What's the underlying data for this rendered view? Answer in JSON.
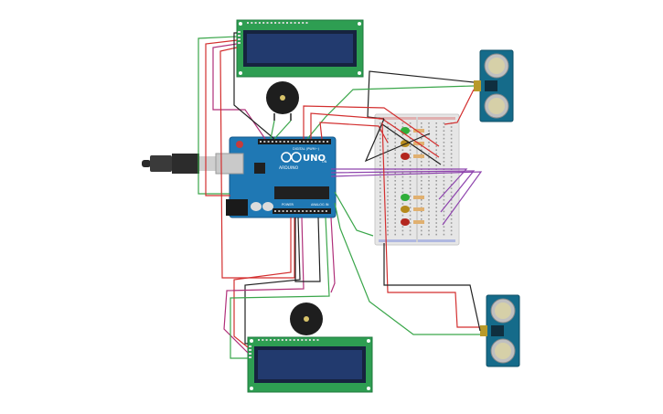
{
  "board": {
    "brand": "UNO",
    "maker": "ARDUINO",
    "digital_label": "DIGITAL (PWM~)",
    "analog_label": "ANALOG IN",
    "power_label": "POWER",
    "on_label": "ON"
  },
  "colors": {
    "wire_red": "#d32f2f",
    "wire_black": "#222222",
    "wire_green": "#3aa64a",
    "wire_purple": "#8e44ad",
    "wire_magenta": "#b0307a",
    "lcd_pcb": "#2e9e52",
    "lcd_screen": "#1f2f5f",
    "arduino_pcb": "#1f78b4",
    "sensor_pcb": "#156b8a",
    "breadboard": "#e8e8e8",
    "led_green": "#2fae3a",
    "led_yellow": "#b58a1c",
    "led_red": "#b3261e"
  }
}
